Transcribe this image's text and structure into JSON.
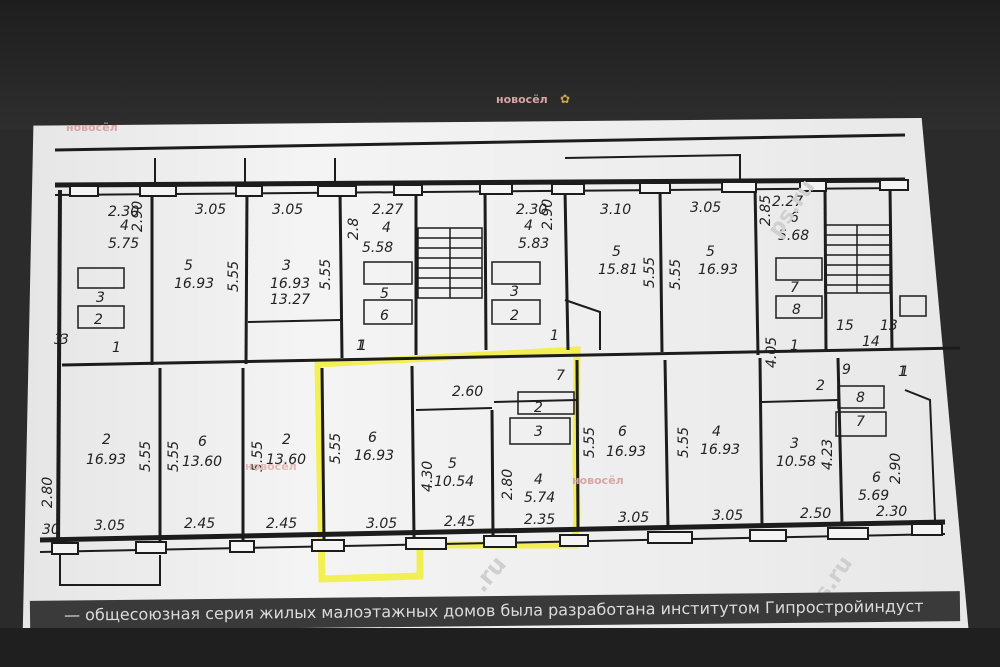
{
  "watermarks": {
    "brand_top": "новосёл",
    "brand_paper": "новосёл",
    "brand_mid": "новосёл",
    "brand_mid2": "новосёл",
    "site_right": "ps.ru",
    "site_bottom": ".ru",
    "site_bottom_right": "s.ru"
  },
  "caption": "— общесоюзная серия жилых малоэтажных домов была разработана институтом Гипростройиндуст",
  "colors": {
    "highlight": "#f2ef3a",
    "wall": "#1c1c1c",
    "paper": "#f4f4f4"
  },
  "labels": [
    {
      "id": "t1",
      "text": "2.30"
    },
    {
      "id": "t2",
      "text": "4"
    },
    {
      "id": "t3",
      "text": "2.90"
    },
    {
      "id": "t4",
      "text": "5.75"
    },
    {
      "id": "t5",
      "text": "3.05"
    },
    {
      "id": "t6",
      "text": "5"
    },
    {
      "id": "t7",
      "text": "16.93"
    },
    {
      "id": "t8",
      "text": "5.55"
    },
    {
      "id": "t9",
      "text": "3.05"
    },
    {
      "id": "t10",
      "text": "3"
    },
    {
      "id": "t11",
      "text": "16.93"
    },
    {
      "id": "t12",
      "text": "13.27"
    },
    {
      "id": "t13",
      "text": "5.55"
    },
    {
      "id": "t14",
      "text": "2.27"
    },
    {
      "id": "t15",
      "text": "4"
    },
    {
      "id": "t16",
      "text": "2.8"
    },
    {
      "id": "t17",
      "text": "5.58"
    },
    {
      "id": "t18",
      "text": "2.30"
    },
    {
      "id": "t19",
      "text": "4"
    },
    {
      "id": "t20",
      "text": "2.90"
    },
    {
      "id": "t21",
      "text": "5.83"
    },
    {
      "id": "t22",
      "text": "3.10"
    },
    {
      "id": "t23",
      "text": "5"
    },
    {
      "id": "t24",
      "text": "15.81"
    },
    {
      "id": "t25",
      "text": "5.55"
    },
    {
      "id": "t26",
      "text": "3.05"
    },
    {
      "id": "t27",
      "text": "5"
    },
    {
      "id": "t28",
      "text": "16.93"
    },
    {
      "id": "t29",
      "text": "5.55"
    },
    {
      "id": "t30",
      "text": "2.85"
    },
    {
      "id": "t31",
      "text": "2.27"
    },
    {
      "id": "t32",
      "text": "6"
    },
    {
      "id": "t33",
      "text": "5.68"
    },
    {
      "id": "t34",
      "text": "3"
    },
    {
      "id": "t35",
      "text": "2"
    },
    {
      "id": "t36",
      "text": "1"
    },
    {
      "id": "t37",
      "text": "3"
    },
    {
      "id": "t38",
      "text": "5"
    },
    {
      "id": "t39",
      "text": "6"
    },
    {
      "id": "t40",
      "text": "1"
    },
    {
      "id": "t41",
      "text": "3"
    },
    {
      "id": "t42",
      "text": "2"
    },
    {
      "id": "t43",
      "text": "1"
    },
    {
      "id": "t44",
      "text": "7"
    },
    {
      "id": "t45",
      "text": "8"
    },
    {
      "id": "t46",
      "text": "15"
    },
    {
      "id": "t47",
      "text": "13"
    },
    {
      "id": "t48",
      "text": "14"
    },
    {
      "id": "t49",
      "text": "4.05"
    },
    {
      "id": "t50",
      "text": "1"
    },
    {
      "id": "t51",
      "text": "2"
    },
    {
      "id": "t52",
      "text": "9"
    },
    {
      "id": "t53",
      "text": "1"
    },
    {
      "id": "t54",
      "text": "8"
    },
    {
      "id": "t55",
      "text": "7"
    },
    {
      "id": "t56",
      "text": "2"
    },
    {
      "id": "t57",
      "text": "16.93"
    },
    {
      "id": "t58",
      "text": "5.55"
    },
    {
      "id": "t59",
      "text": "2.80"
    },
    {
      "id": "t60",
      "text": "5.55"
    },
    {
      "id": "t61",
      "text": "6"
    },
    {
      "id": "t62",
      "text": "13.60"
    },
    {
      "id": "t63",
      "text": "5.55"
    },
    {
      "id": "t64",
      "text": "2"
    },
    {
      "id": "t65",
      "text": "13.60"
    },
    {
      "id": "t66",
      "text": "5.55"
    },
    {
      "id": "t67",
      "text": "6"
    },
    {
      "id": "t68",
      "text": "16.93"
    },
    {
      "id": "t69",
      "text": "2.60"
    },
    {
      "id": "t70",
      "text": "7"
    },
    {
      "id": "t71",
      "text": "2"
    },
    {
      "id": "t72",
      "text": "3"
    },
    {
      "id": "t73",
      "text": "4.30"
    },
    {
      "id": "t74",
      "text": "5"
    },
    {
      "id": "t75",
      "text": "10.54"
    },
    {
      "id": "t76",
      "text": "2.80"
    },
    {
      "id": "t77",
      "text": "4"
    },
    {
      "id": "t78",
      "text": "5.74"
    },
    {
      "id": "t79",
      "text": "5.55"
    },
    {
      "id": "t80",
      "text": "6"
    },
    {
      "id": "t81",
      "text": "16.93"
    },
    {
      "id": "t82",
      "text": "5.55"
    },
    {
      "id": "t83",
      "text": "4"
    },
    {
      "id": "t84",
      "text": "16.93"
    },
    {
      "id": "t85",
      "text": "3"
    },
    {
      "id": "t86",
      "text": "10.58"
    },
    {
      "id": "t87",
      "text": "4.23"
    },
    {
      "id": "t88",
      "text": "2.90"
    },
    {
      "id": "t89",
      "text": "6"
    },
    {
      "id": "t90",
      "text": "5.69"
    },
    {
      "id": "t91",
      "text": "30"
    },
    {
      "id": "t92",
      "text": "3.05"
    },
    {
      "id": "t93",
      "text": "2.45"
    },
    {
      "id": "t94",
      "text": "2.45"
    },
    {
      "id": "t95",
      "text": "3.05"
    },
    {
      "id": "t96",
      "text": "2.45"
    },
    {
      "id": "t97",
      "text": "2.35"
    },
    {
      "id": "t98",
      "text": "3.05"
    },
    {
      "id": "t99",
      "text": "3.05"
    },
    {
      "id": "t100",
      "text": "2.50"
    },
    {
      "id": "t101",
      "text": "2.30"
    },
    {
      "id": "t102",
      "text": "1"
    },
    {
      "id": "t103",
      "text": "1"
    },
    {
      "id": "t104",
      "text": "3"
    }
  ]
}
